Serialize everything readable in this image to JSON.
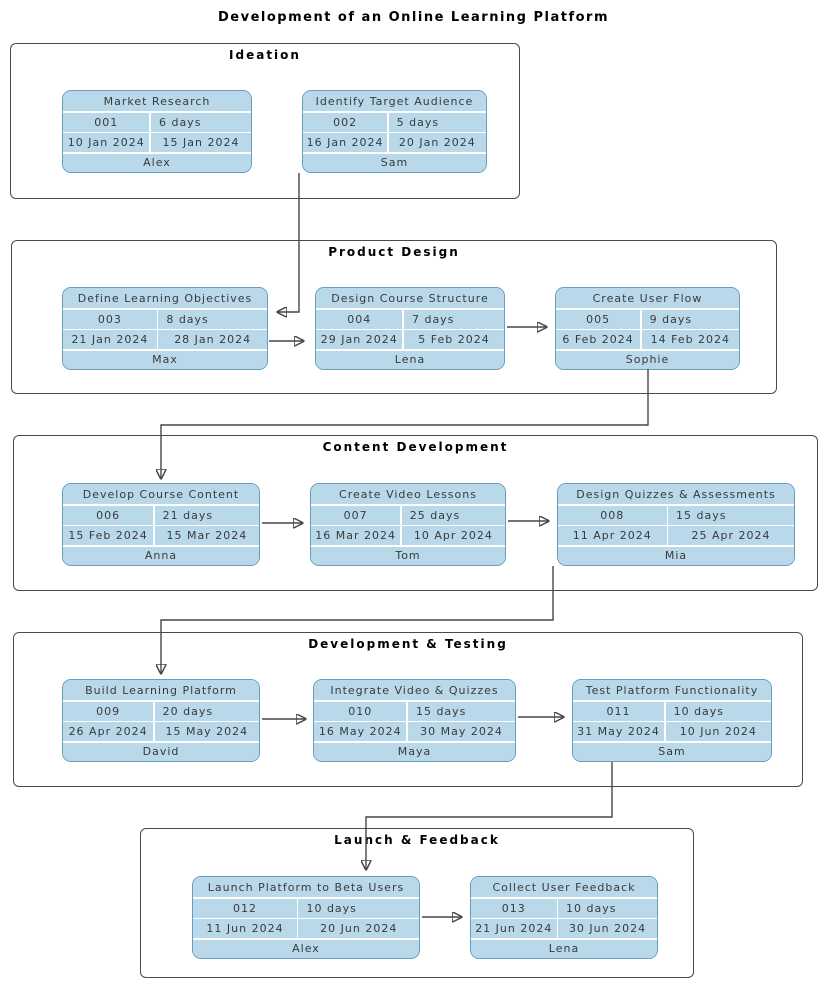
{
  "title": "Development of an Online Learning Platform",
  "colors": {
    "card_fill": "#b9d9ea",
    "card_border": "#699cbe",
    "connector": "#474747",
    "phase_border": "#4a4a4a"
  },
  "sections": [
    {
      "label": "Ideation",
      "tasks": [
        {
          "name": "Market Research",
          "id": "001",
          "duration": "6 days",
          "start": "10 Jan 2024",
          "end": "15 Jan 2024",
          "owner": "Alex"
        },
        {
          "name": "Identify Target Audience",
          "id": "002",
          "duration": "5 days",
          "start": "16 Jan 2024",
          "end": "20 Jan 2024",
          "owner": "Sam"
        }
      ]
    },
    {
      "label": "Product Design",
      "tasks": [
        {
          "name": "Define Learning Objectives",
          "id": "003",
          "duration": "8 days",
          "start": "21 Jan 2024",
          "end": "28 Jan 2024",
          "owner": "Max"
        },
        {
          "name": "Design Course Structure",
          "id": "004",
          "duration": "7 days",
          "start": "29 Jan 2024",
          "end": "5 Feb 2024",
          "owner": "Lena"
        },
        {
          "name": "Create User Flow",
          "id": "005",
          "duration": "9 days",
          "start": "6 Feb 2024",
          "end": "14 Feb 2024",
          "owner": "Sophie"
        }
      ]
    },
    {
      "label": "Content Development",
      "tasks": [
        {
          "name": "Develop Course Content",
          "id": "006",
          "duration": "21 days",
          "start": "15 Feb 2024",
          "end": "15 Mar 2024",
          "owner": "Anna"
        },
        {
          "name": "Create Video Lessons",
          "id": "007",
          "duration": "25 days",
          "start": "16 Mar 2024",
          "end": "10 Apr 2024",
          "owner": "Tom"
        },
        {
          "name": "Design Quizzes & Assessments",
          "id": "008",
          "duration": "15 days",
          "start": "11 Apr 2024",
          "end": "25 Apr 2024",
          "owner": "Mia"
        }
      ]
    },
    {
      "label": "Development & Testing",
      "tasks": [
        {
          "name": "Build Learning Platform",
          "id": "009",
          "duration": "20 days",
          "start": "26 Apr 2024",
          "end": "15 May 2024",
          "owner": "David"
        },
        {
          "name": "Integrate Video & Quizzes",
          "id": "010",
          "duration": "15 days",
          "start": "16 May 2024",
          "end": "30 May 2024",
          "owner": "Maya"
        },
        {
          "name": "Test Platform Functionality",
          "id": "011",
          "duration": "10 days",
          "start": "31 May 2024",
          "end": "10 Jun 2024",
          "owner": "Sam"
        }
      ]
    },
    {
      "label": "Launch & Feedback",
      "tasks": [
        {
          "name": "Launch Platform to Beta Users",
          "id": "012",
          "duration": "10 days",
          "start": "11 Jun 2024",
          "end": "20 Jun 2024",
          "owner": "Alex"
        },
        {
          "name": "Collect User Feedback",
          "id": "013",
          "duration": "10 days",
          "start": "21 Jun 2024",
          "end": "30 Jun 2024",
          "owner": "Lena"
        }
      ]
    }
  ]
}
